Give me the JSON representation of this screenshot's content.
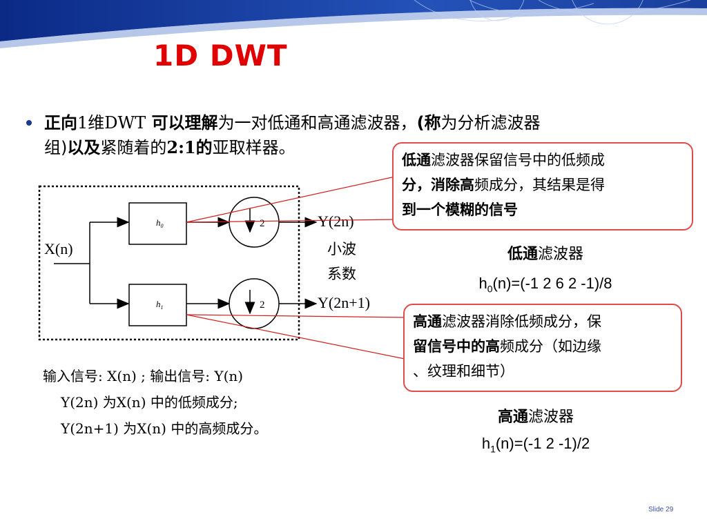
{
  "slide": {
    "title": "1D DWT",
    "slide_number": "Slide 29"
  },
  "bullet": {
    "line1_a": "正向",
    "line1_b": "1",
    "line1_c": "维",
    "line1_d": "DWT",
    "line1_e": " 可以理解",
    "line1_f": "为一对低通和高通滤波器，",
    "line1_g": "(称",
    "line1_h": "为分析滤波器",
    "line2_a": "组)",
    "line2_b": "以及",
    "line2_c": "紧随着的",
    "line2_d": "2:1",
    "line2_e": "的",
    "line2_f": "亚取样器。"
  },
  "diagram": {
    "input_label": "X(n)",
    "low_filter": "h",
    "low_filter_sub": "0",
    "high_filter": "h",
    "high_filter_sub": "1",
    "downsample": "2",
    "low_output": "Y(2n)",
    "high_output": "Y(2n+1)",
    "coef_line1": "小波",
    "coef_line2": "系数"
  },
  "callout_low": {
    "t1": "低通",
    "t2": "滤波器保留信号中的低频成",
    "t3": "分，",
    "t4": "消除高",
    "t5": "频成分，其结果是得",
    "t6": "到一个模糊的信号"
  },
  "low_pass": {
    "name_a": "低通",
    "name_b": "滤波器",
    "formula_a": "h",
    "formula_sub": "0",
    "formula_b": "(n)=(-1 2 6 2 -1)/8"
  },
  "callout_high": {
    "t1": "高通",
    "t2": "滤波器消除低频成分，保",
    "t3": "留信号中的高",
    "t4": "频成分（如边缘",
    "t5": "、纹理和细节）"
  },
  "high_pass": {
    "name_a": "高通",
    "name_b": "滤波器",
    "formula_a": "h",
    "formula_sub": "1",
    "formula_b": "(n)=(-1 2 -1)/2"
  },
  "io": {
    "line1": "输入信号: X(n) ;     输出信号: Y(n)",
    "line2": "Y(2n) 为X(n) 中的低频成分;",
    "line3": "Y(2n+1) 为X(n) 中的高频成分。"
  },
  "colors": {
    "title": "#e00000",
    "banner": "#1a3f9c",
    "callout_border": "#e04a4a",
    "pointer_line": "#d02020"
  }
}
